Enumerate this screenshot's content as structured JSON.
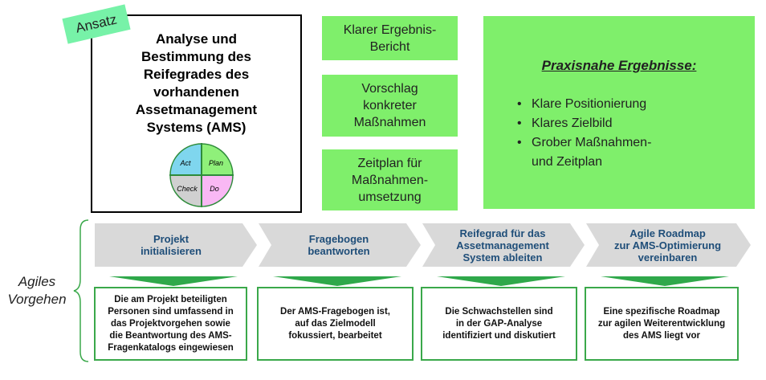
{
  "ansatz": {
    "tag": "Ansatz",
    "title_lines": [
      "Analyse und",
      "Bestimmung des",
      "Reifegrades des",
      "vorhandenen",
      "Assetmanagement",
      "Systems (AMS)"
    ],
    "pdca": {
      "act": "Act",
      "plan": "Plan",
      "check": "Check",
      "do": "Do"
    }
  },
  "results": [
    {
      "lines": [
        "Klarer Ergebnis-",
        "Bericht"
      ]
    },
    {
      "lines": [
        "Vorschlag",
        "konkreter",
        "Maßnahmen"
      ]
    },
    {
      "lines": [
        "Zeitplan für",
        "Maßnahmen-",
        "umsetzung"
      ]
    }
  ],
  "praxis": {
    "title": "Praxisnahe Ergebnisse:",
    "items": [
      "Klare Positionierung",
      "Klares Zielbild",
      "Grober Maßnahmen-"
    ],
    "item_continuation": "und Zeitplan"
  },
  "agiles_label": [
    "Agiles",
    "Vorgehen"
  ],
  "steps": [
    {
      "lines": [
        "Projekt",
        "initialisieren"
      ]
    },
    {
      "lines": [
        "Fragebogen",
        "beantworten"
      ]
    },
    {
      "lines": [
        "Reifegrad für das",
        "Assetmanagement",
        "System ableiten"
      ]
    },
    {
      "lines": [
        "Agile Roadmap",
        "zur AMS-Optimierung",
        "vereinbaren"
      ]
    }
  ],
  "outcomes": [
    {
      "lines": [
        "Die am Projekt beteiligten",
        "Personen sind umfassend in",
        "das Projektvorgehen sowie",
        "die Beantwortung des AMS-",
        "Fragenkatalogs eingewiesen"
      ]
    },
    {
      "lines": [
        "Der AMS-Fragebogen ist,",
        "auf das Zielmodell",
        "fokussiert, bearbeitet"
      ]
    },
    {
      "lines": [
        "Die Schwachstellen sind",
        "in der GAP-Analyse",
        "identifiziert und diskutiert"
      ]
    },
    {
      "lines": [
        "Eine spezifische Roadmap",
        "zur agilen Weiterentwicklung",
        "des AMS liegt vor"
      ]
    }
  ],
  "colors": {
    "green_box": "#7fef6b",
    "chevron_gray": "#d9d9d9",
    "chevron_text": "#1f4e79",
    "outcome_border": "#3aa84a",
    "tag_green": "#77f2a8"
  }
}
